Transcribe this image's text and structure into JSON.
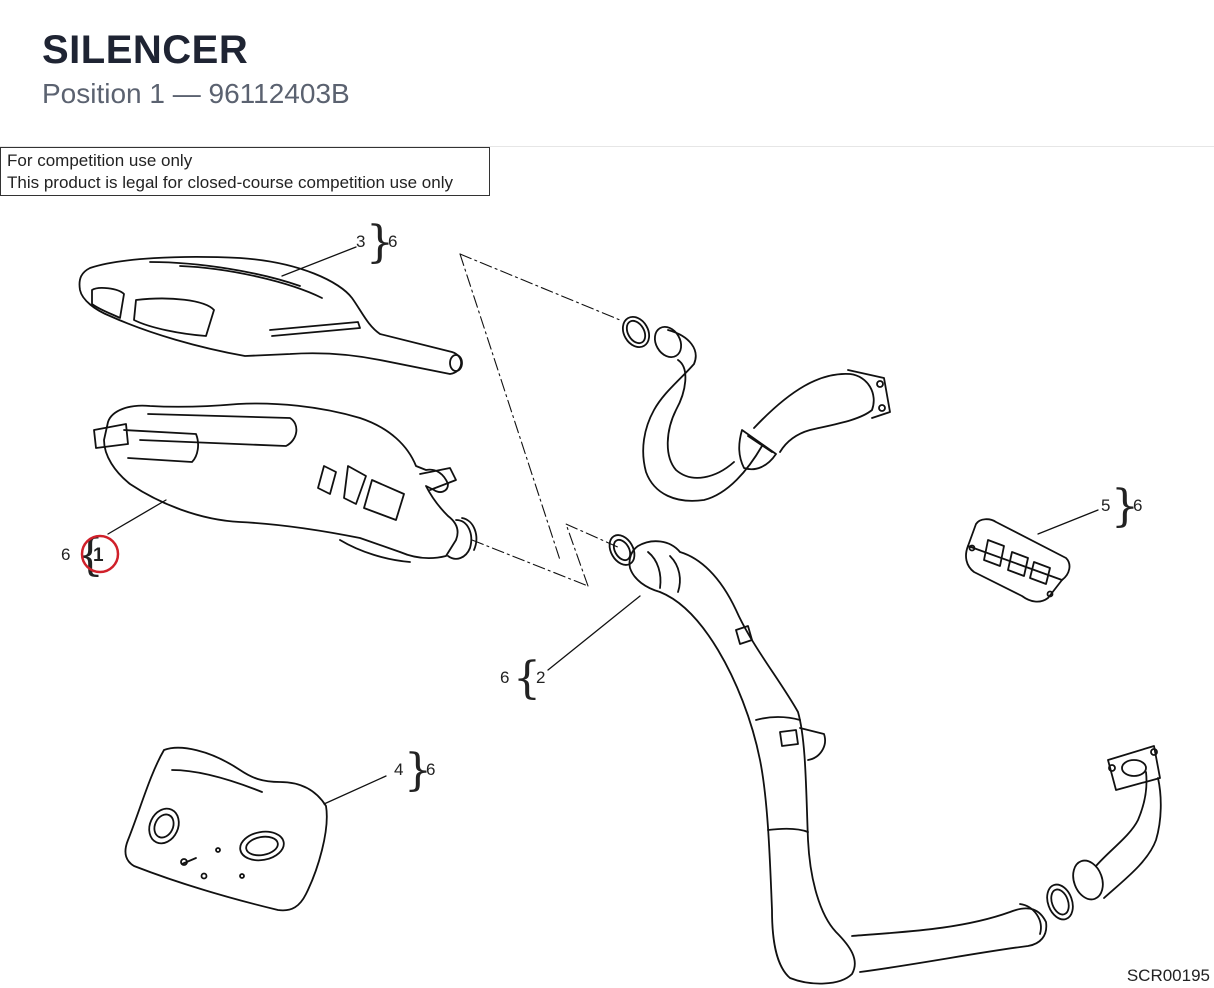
{
  "header": {
    "title": "SILENCER",
    "subtitle": "Position 1  —  96112403B"
  },
  "notice": {
    "line1": "For competition use only",
    "line2": "This product is legal for closed-course competition use only"
  },
  "callouts": {
    "c1": {
      "part": "1",
      "qty": "6"
    },
    "c2": {
      "part": "2",
      "qty": "6"
    },
    "c3": {
      "part": "3",
      "qty": "6"
    },
    "c4": {
      "part": "4",
      "qty": "6"
    },
    "c5": {
      "part": "5",
      "qty": "6"
    }
  },
  "highlight_color": "#d0202a",
  "drawing_code": "SCR00195"
}
